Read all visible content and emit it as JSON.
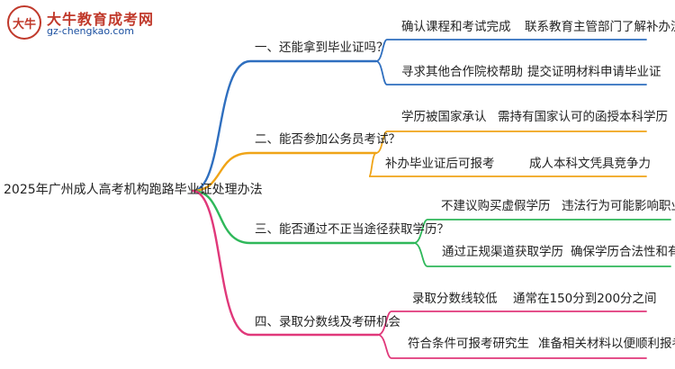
{
  "logo": {
    "badge": "大牛",
    "site_name": "大牛教育成考网",
    "url": "gz-chengkao.com"
  },
  "mindmap": {
    "root": "2025年广州成人高考机构跑路毕业证处理办法",
    "branches": [
      {
        "label": "一、还能拿到毕业证吗？",
        "color": "#2f6fbf",
        "children": [
          {
            "label": "确认课程和考试完成",
            "detail": "联系教育主管部门了解补办流程"
          },
          {
            "label": "寻求其他合作院校帮助",
            "detail": "提交证明材料申请毕业证"
          }
        ]
      },
      {
        "label": "二、能否参加公务员考试？",
        "color": "#f0a417",
        "children": [
          {
            "label": "学历被国家承认",
            "detail": "需持有国家认可的函授本科学历"
          },
          {
            "label": "补办毕业证后可报考",
            "detail": "成人本科文凭具竞争力"
          }
        ]
      },
      {
        "label": "三、能否通过不正当途径获取学历？",
        "color": "#2fb85a",
        "children": [
          {
            "label": "不建议购买虚假学历",
            "detail": "违法行为可能影响职业生涯"
          },
          {
            "label": "通过正规渠道获取学历",
            "detail": "确保学历合法性和有效性"
          }
        ]
      },
      {
        "label": "四、录取分数线及考研机会",
        "color": "#e0387a",
        "children": [
          {
            "label": "录取分数线较低",
            "detail": "通常在150分到200分之间"
          },
          {
            "label": "符合条件可报考研究生",
            "detail": "准备相关材料以便顺利报考"
          }
        ]
      }
    ]
  }
}
